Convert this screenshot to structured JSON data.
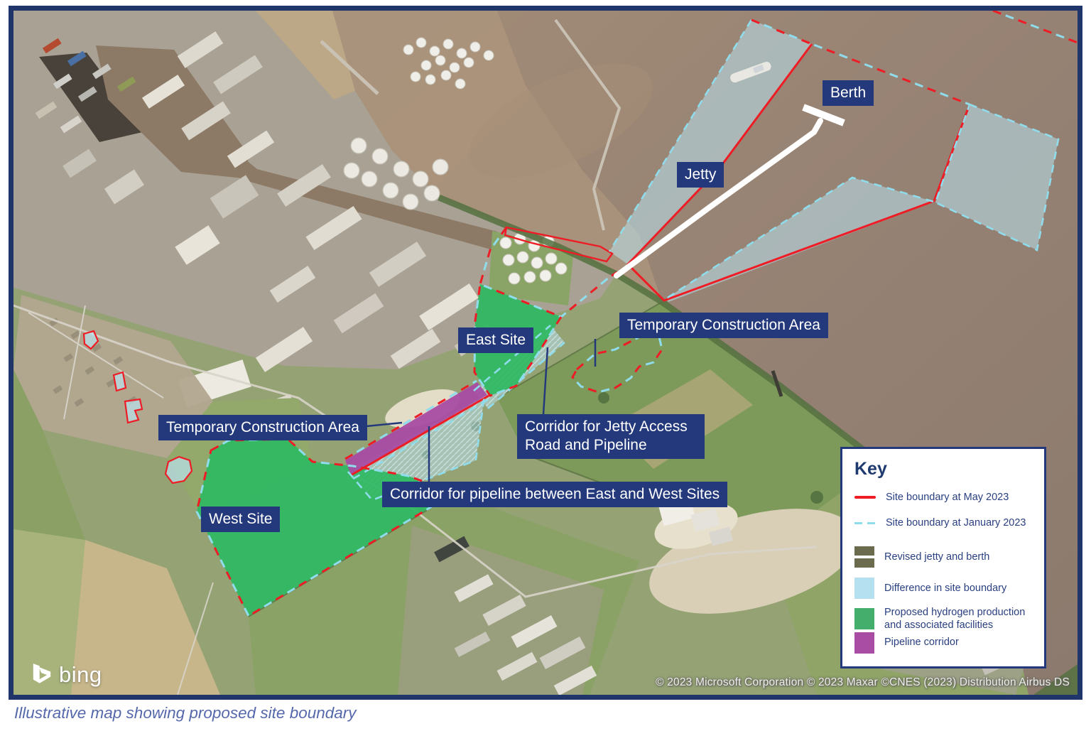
{
  "page": {
    "caption": "Illustrative map showing proposed site boundary"
  },
  "map": {
    "provider": "bing",
    "attribution": "© 2023 Microsoft Corporation © 2023 Maxar ©CNES (2023) Distribution Airbus DS",
    "labels": {
      "berth": "Berth",
      "jetty": "Jetty",
      "temporary_construction_area_east": "Temporary Construction Area",
      "east_site": "East Site",
      "corridor_jetty_access": "Corridor for Jetty Access Road and Pipeline",
      "temporary_construction_area_west": "Temporary Construction Area",
      "corridor_pipeline": "Corridor for pipeline between East and West Sites",
      "west_site": "West Site"
    },
    "legend": {
      "title": "Key",
      "items": [
        {
          "label": "Site boundary at May 2023",
          "swatch": "solid-line",
          "color": "#ee1c25"
        },
        {
          "label": "Site boundary at January 2023",
          "swatch": "dashed-line",
          "color": "#8fdcec"
        },
        {
          "label": "Revised jetty and berth",
          "swatch": "striped-square",
          "color": "#6b6b4d"
        },
        {
          "label": "Difference in site boundary",
          "swatch": "square",
          "color": "#b5e0ef"
        },
        {
          "label": "Proposed hydrogen production and associated facilities",
          "swatch": "square",
          "color": "#44af6c"
        },
        {
          "label": "Pipeline corridor",
          "swatch": "square",
          "color": "#a84ca4"
        }
      ]
    },
    "colors": {
      "label_background": "#24397b",
      "map_border": "#20356a",
      "water": "#9c8775",
      "site_green": "#2eb862",
      "difference_blue": "#b9e2ef",
      "pipeline_magenta": "#a84ca4",
      "jetty_white": "#ffffff"
    }
  }
}
